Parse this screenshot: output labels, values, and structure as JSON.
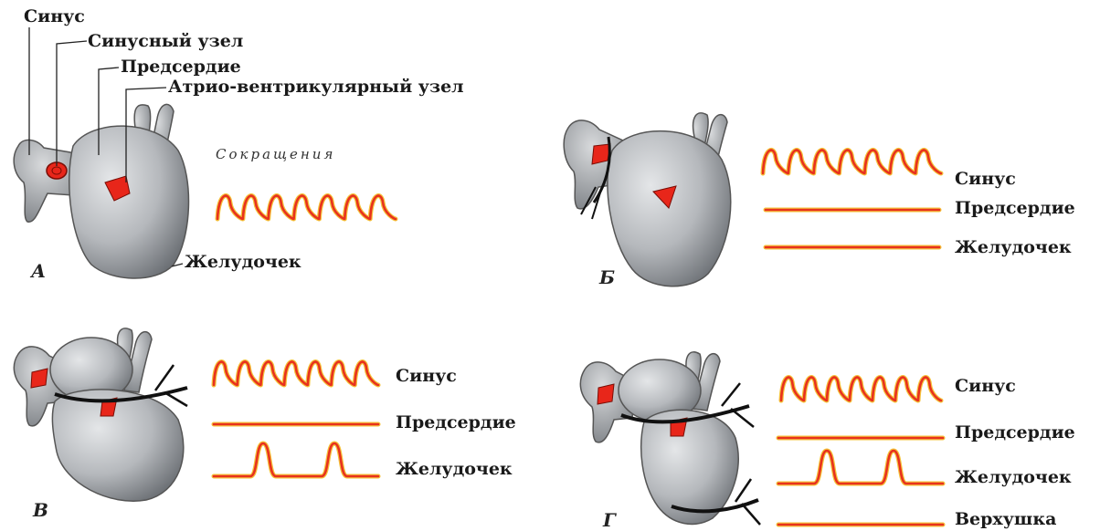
{
  "panels": {
    "a": {
      "letter": "А",
      "labels": {
        "sinus": "Синус",
        "sinus_node": "Синусный узел",
        "atrium": "Предсердие",
        "av_node": "Атрио-вентрикулярный узел",
        "ventricle": "Желудочек",
        "contractions": "Сокращения"
      }
    },
    "b": {
      "letter": "Б",
      "traces": [
        "Синус",
        "Предсердие",
        "Желудочек"
      ]
    },
    "v": {
      "letter": "В",
      "traces": [
        "Синус",
        "Предсердие",
        "Желудочек"
      ]
    },
    "g": {
      "letter": "Г",
      "traces": [
        "Синус",
        "Предсердие",
        "Желудочек",
        "Верхушка"
      ]
    }
  },
  "colors": {
    "trace": "#e8321e",
    "trace_glow": "#f5c23a",
    "heart": "#b9bcc0",
    "node": "#e8261a"
  }
}
